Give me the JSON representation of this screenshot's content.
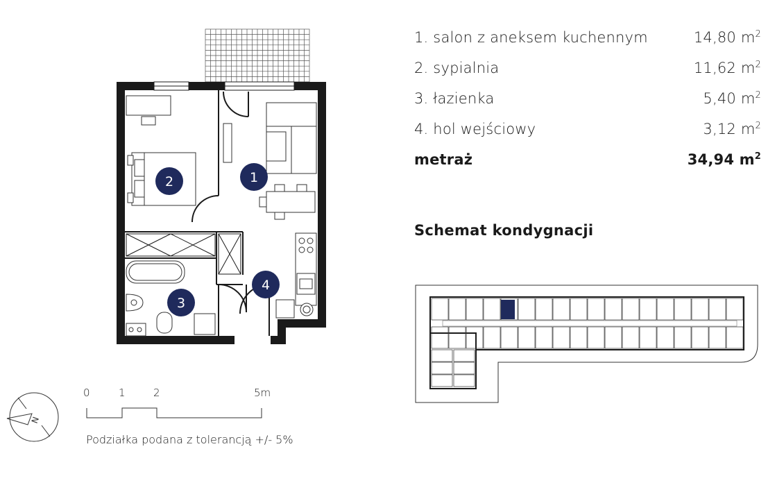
{
  "rooms": [
    {
      "name": "1. salon z aneksem kuchennym",
      "area": "14,80 m",
      "unit_exp": "2"
    },
    {
      "name": "2. sypialnia",
      "area": "11,62 m",
      "unit_exp": "2"
    },
    {
      "name": "3. łazienka",
      "area": "5,40 m",
      "unit_exp": "2"
    },
    {
      "name": "4. hol wejściowy",
      "area": "3,12 m",
      "unit_exp": "2"
    }
  ],
  "total": {
    "name": "metraż",
    "area": "34,94 m",
    "unit_exp": "2"
  },
  "schema_title": "Schemat kondygnacji",
  "plan_labels": {
    "r1": "1",
    "r2": "2",
    "r3": "3",
    "r4": "4"
  },
  "scale": {
    "t0": "0",
    "t1": "1",
    "t2": "2",
    "t5": "5m"
  },
  "compass_label": "N",
  "tolerance": "Podziałka podana z tolerancją +/- 5%",
  "colors": {
    "accent": "#1f2a5c",
    "wall": "#1a1a1a"
  }
}
